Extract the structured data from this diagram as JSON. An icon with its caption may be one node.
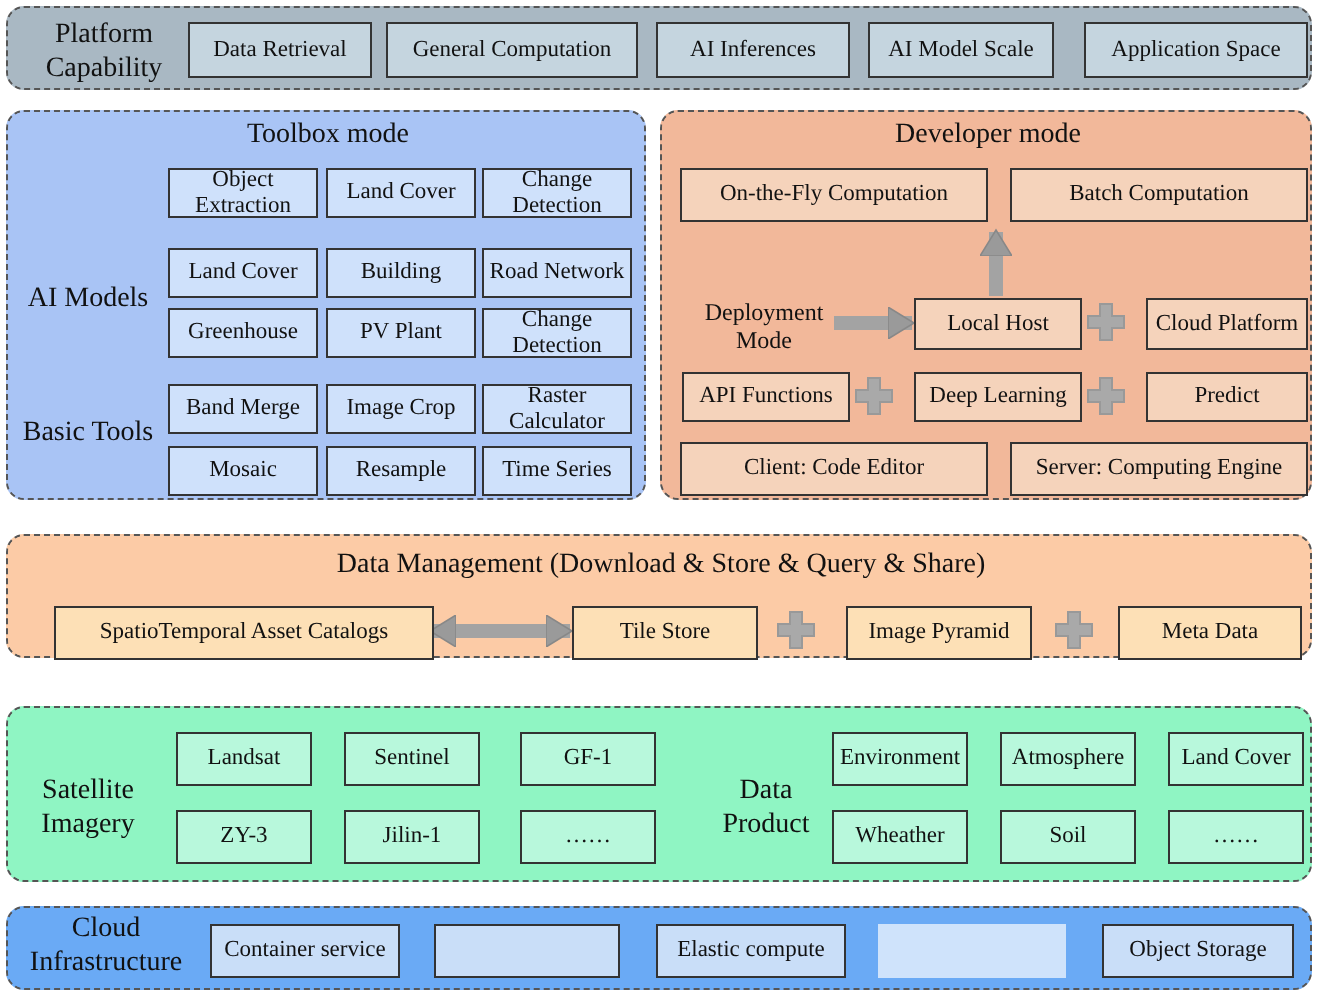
{
  "diagram": {
    "nodes": [
      {
        "text": [
          "Platform Capability"
        ]
      },
      {
        "text": [
          "Data Retrieval"
        ],
        "in": 0
      },
      {
        "text": [
          "General Computation"
        ],
        "in": 0
      },
      {
        "text": [
          "AI Inferences"
        ],
        "in": 0
      },
      {
        "text": [
          "AI Model Scale"
        ],
        "in": 0
      },
      {
        "text": [
          "Application Space"
        ],
        "in": 0
      },
      {
        "text": [
          "Toolbox mode",
          "AI Models",
          "Basic Tools"
        ]
      },
      {
        "text": [
          "Object Extraction"
        ],
        "in": 6
      },
      {
        "text": [
          "Land Cover"
        ],
        "in": 6
      },
      {
        "text": [
          "Change Detection"
        ],
        "in": 6
      },
      {
        "text": [
          "Land Cover"
        ],
        "in": 6
      },
      {
        "text": [
          "Building"
        ],
        "in": 6
      },
      {
        "text": [
          "Road Network"
        ],
        "in": 6
      },
      {
        "text": [
          "Greenhouse"
        ],
        "in": 6
      },
      {
        "text": [
          "PV Plant"
        ],
        "in": 6
      },
      {
        "text": [
          "Change Detection"
        ],
        "in": 6
      },
      {
        "text": [
          "Band Merge"
        ],
        "in": 6
      },
      {
        "text": [
          "Image Crop"
        ],
        "in": 6
      },
      {
        "text": [
          "Raster Calculator"
        ],
        "in": 6
      },
      {
        "text": [
          "Mosaic"
        ],
        "in": 6
      },
      {
        "text": [
          "Resample"
        ],
        "in": 6
      },
      {
        "text": [
          "Time Series"
        ],
        "in": 6
      },
      {
        "text": [
          "Developer mode"
        ]
      },
      {
        "text": [
          "On-the-Fly Computation"
        ],
        "in": 22
      },
      {
        "text": [
          "Batch Computation"
        ],
        "in": 22
      },
      {
        "text": [
          "Deployment Mode"
        ],
        "in": 22
      },
      {
        "text": [
          "Local Host"
        ],
        "in": 22
      },
      {
        "text": [
          "Cloud Platform"
        ],
        "in": 22
      },
      {
        "text": [
          "API Functions"
        ],
        "in": 22
      },
      {
        "text": [
          "Deep Learning"
        ],
        "in": 22
      },
      {
        "text": [
          "Predict"
        ],
        "in": 22
      },
      {
        "text": [
          "Client: Code Editor"
        ],
        "in": 22
      },
      {
        "text": [
          "Server: Computing Engine"
        ],
        "in": 22
      },
      {
        "text": [
          "Data Management (Download & Store & Query & Share)"
        ]
      },
      {
        "text": [
          "SpatioTemporal Asset Catalogs"
        ],
        "in": 33
      },
      {
        "text": [
          "Tile Store"
        ],
        "in": 33
      },
      {
        "text": [
          "Image Pyramid"
        ],
        "in": 33
      },
      {
        "text": [
          "Meta Data"
        ],
        "in": 33
      },
      {
        "text": [
          "Satellite Imagery",
          "Data Product"
        ]
      },
      {
        "text": [
          "Landsat"
        ],
        "in": 38
      },
      {
        "text": [
          "Sentinel"
        ],
        "in": 38
      },
      {
        "text": [
          "GF-1"
        ],
        "in": 38
      },
      {
        "text": [
          "ZY-3"
        ],
        "in": 38
      },
      {
        "text": [
          "Jilin-1"
        ],
        "in": 38
      },
      {
        "text": [
          "……"
        ],
        "in": 38
      },
      {
        "text": [
          "Environment"
        ],
        "in": 38
      },
      {
        "text": [
          "Atmosphere"
        ],
        "in": 38
      },
      {
        "text": [
          "Land Cover"
        ],
        "in": 38
      },
      {
        "text": [
          "Wheather"
        ],
        "in": 38
      },
      {
        "text": [
          "Soil"
        ],
        "in": 38
      },
      {
        "text": [
          "……"
        ],
        "in": 38
      },
      {
        "text": [
          "Cloud Infrastructure"
        ]
      },
      {
        "text": [
          "Container service"
        ],
        "in": 51
      },
      {
        "text": [],
        "shape": "box",
        "in": 51
      },
      {
        "text": [
          "Elastic compute"
        ],
        "in": 51
      },
      {
        "text": [],
        "shape": "box",
        "in": 51
      },
      {
        "text": [
          "Object Storage"
        ],
        "in": 51
      }
    ],
    "edges": [
      {
        "from": 25,
        "to": 26,
        "arrow": "to"
      },
      {
        "from": 26,
        "to": null,
        "arrow": "to"
      },
      {
        "from": 34,
        "to": 35,
        "arrow": "both"
      }
    ]
  }
}
